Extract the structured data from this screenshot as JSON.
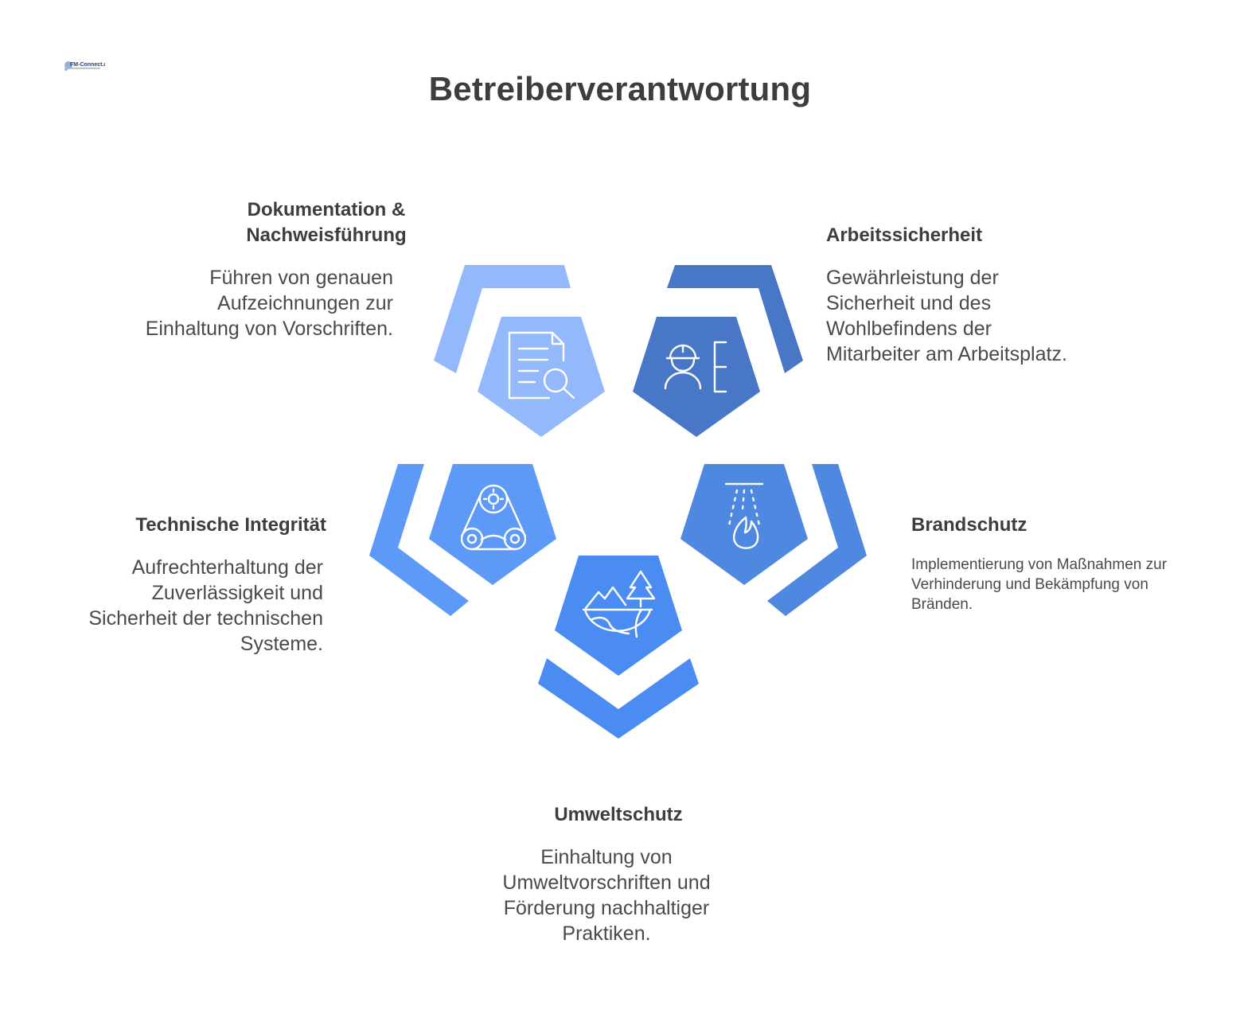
{
  "title": "Betreiberverantwortung",
  "logo": {
    "text": "FM-Connect.com"
  },
  "colors": {
    "doc": "#93b8fb",
    "safety": "#4877c8",
    "tech": "#5d99f7",
    "fire": "#4f88e0",
    "env": "#4b8cf2",
    "icon_stroke": "#ffffff"
  },
  "sections": {
    "doc": {
      "heading": "Dokumentation &\nNachweisführung",
      "text": "Führen von genauen\nAufzeichnungen zur\nEinhaltung von Vorschriften.",
      "icon": "document-search-icon"
    },
    "safety": {
      "heading": "Arbeitssicherheit",
      "text": "Gewährleistung der\nSicherheit und des\nWohlbefindens der\nMitarbeiter am Arbeitsplatz.",
      "icon": "worker-helmet-icon"
    },
    "tech": {
      "heading": "Technische Integrität",
      "text": "Aufrechterhaltung der\nZuverlässigkeit und\nSicherheit der technischen\nSysteme.",
      "icon": "gear-belt-icon"
    },
    "fire": {
      "heading": "Brandschutz",
      "text": "Implementierung von Maßnahmen zur\nVerhinderung und Bekämpfung von\nBränden.",
      "icon": "sprinkler-flame-icon"
    },
    "env": {
      "heading": "Umweltschutz",
      "text": "Einhaltung von\nUmweltvorschriften und\nFörderung nachhaltiger\nPraktiken.",
      "icon": "landscape-icon"
    }
  }
}
